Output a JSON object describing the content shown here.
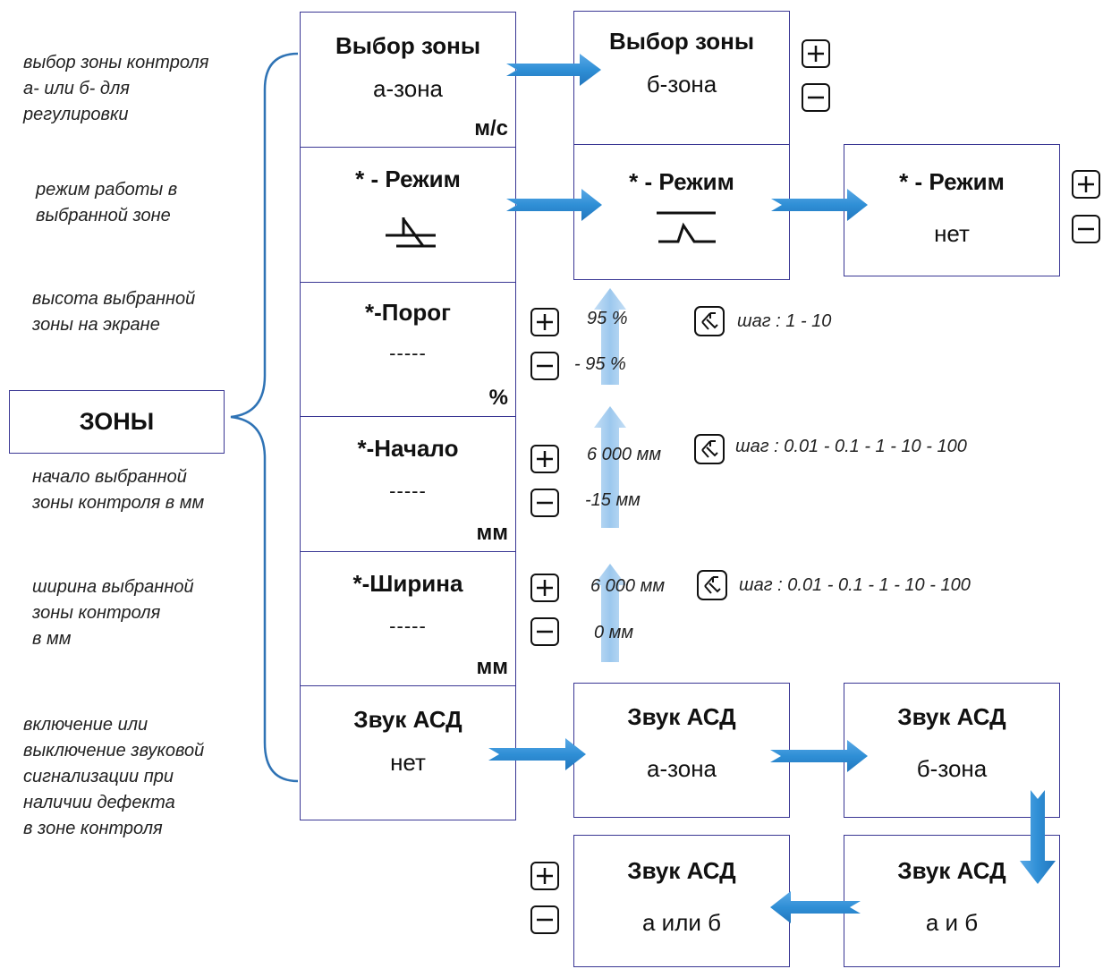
{
  "colors": {
    "box_border": "#3a3794",
    "arrow": "#2f8fd6",
    "arrow_light": "#a9cff0"
  },
  "left_notes": {
    "zone_select": "выбор зоны контроля\nа- или б- для\nрегулировки",
    "mode": "режим работы в\nвыбранной зоне",
    "threshold": "высота выбранной\nзоны на экране",
    "start": "начало выбранной\nзоны контроля в мм",
    "width": "ширина выбранной\nзоны контроля\nв мм",
    "sound": "включение или\nвыключение звуковой\nсигнализации при\nналичии дефекта\nв зоне контроля"
  },
  "zones_label": "ЗОНЫ",
  "main_column": {
    "zone_select": {
      "title": "Выбор зоны",
      "value": "а-зона",
      "unit": "м/с"
    },
    "mode": {
      "title": "* - Режим",
      "icon": "crossed-threshold-icon"
    },
    "threshold": {
      "title": "*-Порог",
      "value": "-----",
      "unit": "%"
    },
    "start": {
      "title": "*-Начало",
      "value": "-----",
      "unit": "мм"
    },
    "width": {
      "title": "*-Ширина",
      "value": "-----",
      "unit": "мм"
    },
    "sound": {
      "title": "Звук АСД",
      "value": "нет"
    }
  },
  "zone_b_box": {
    "title": "Выбор зоны",
    "value": "б-зона"
  },
  "mode_box_2": {
    "title": "* - Режим",
    "icon": "step-down-icon"
  },
  "mode_box_3": {
    "title": "* - Режим",
    "value": "нет"
  },
  "threshold_params": {
    "max": "95 %",
    "min": "- 95 %",
    "step": "шаг : 1 - 10"
  },
  "start_params": {
    "max": "6 000 мм",
    "min": "-15 мм",
    "step": "шаг : 0.01 - 0.1 - 1 - 10 - 100"
  },
  "width_params": {
    "max": "6 000 мм",
    "min": "0 мм",
    "step": "шаг : 0.01 - 0.1 - 1 - 10 - 100"
  },
  "sound_boxes": {
    "a_zone": {
      "title": "Звук АСД",
      "value": "а-зона"
    },
    "b_zone": {
      "title": "Звук АСД",
      "value": "б-зона"
    },
    "a_and_b": {
      "title": "Звук АСД",
      "value": "а и б"
    },
    "a_or_b": {
      "title": "Звук АСД",
      "value": "а или б"
    }
  }
}
